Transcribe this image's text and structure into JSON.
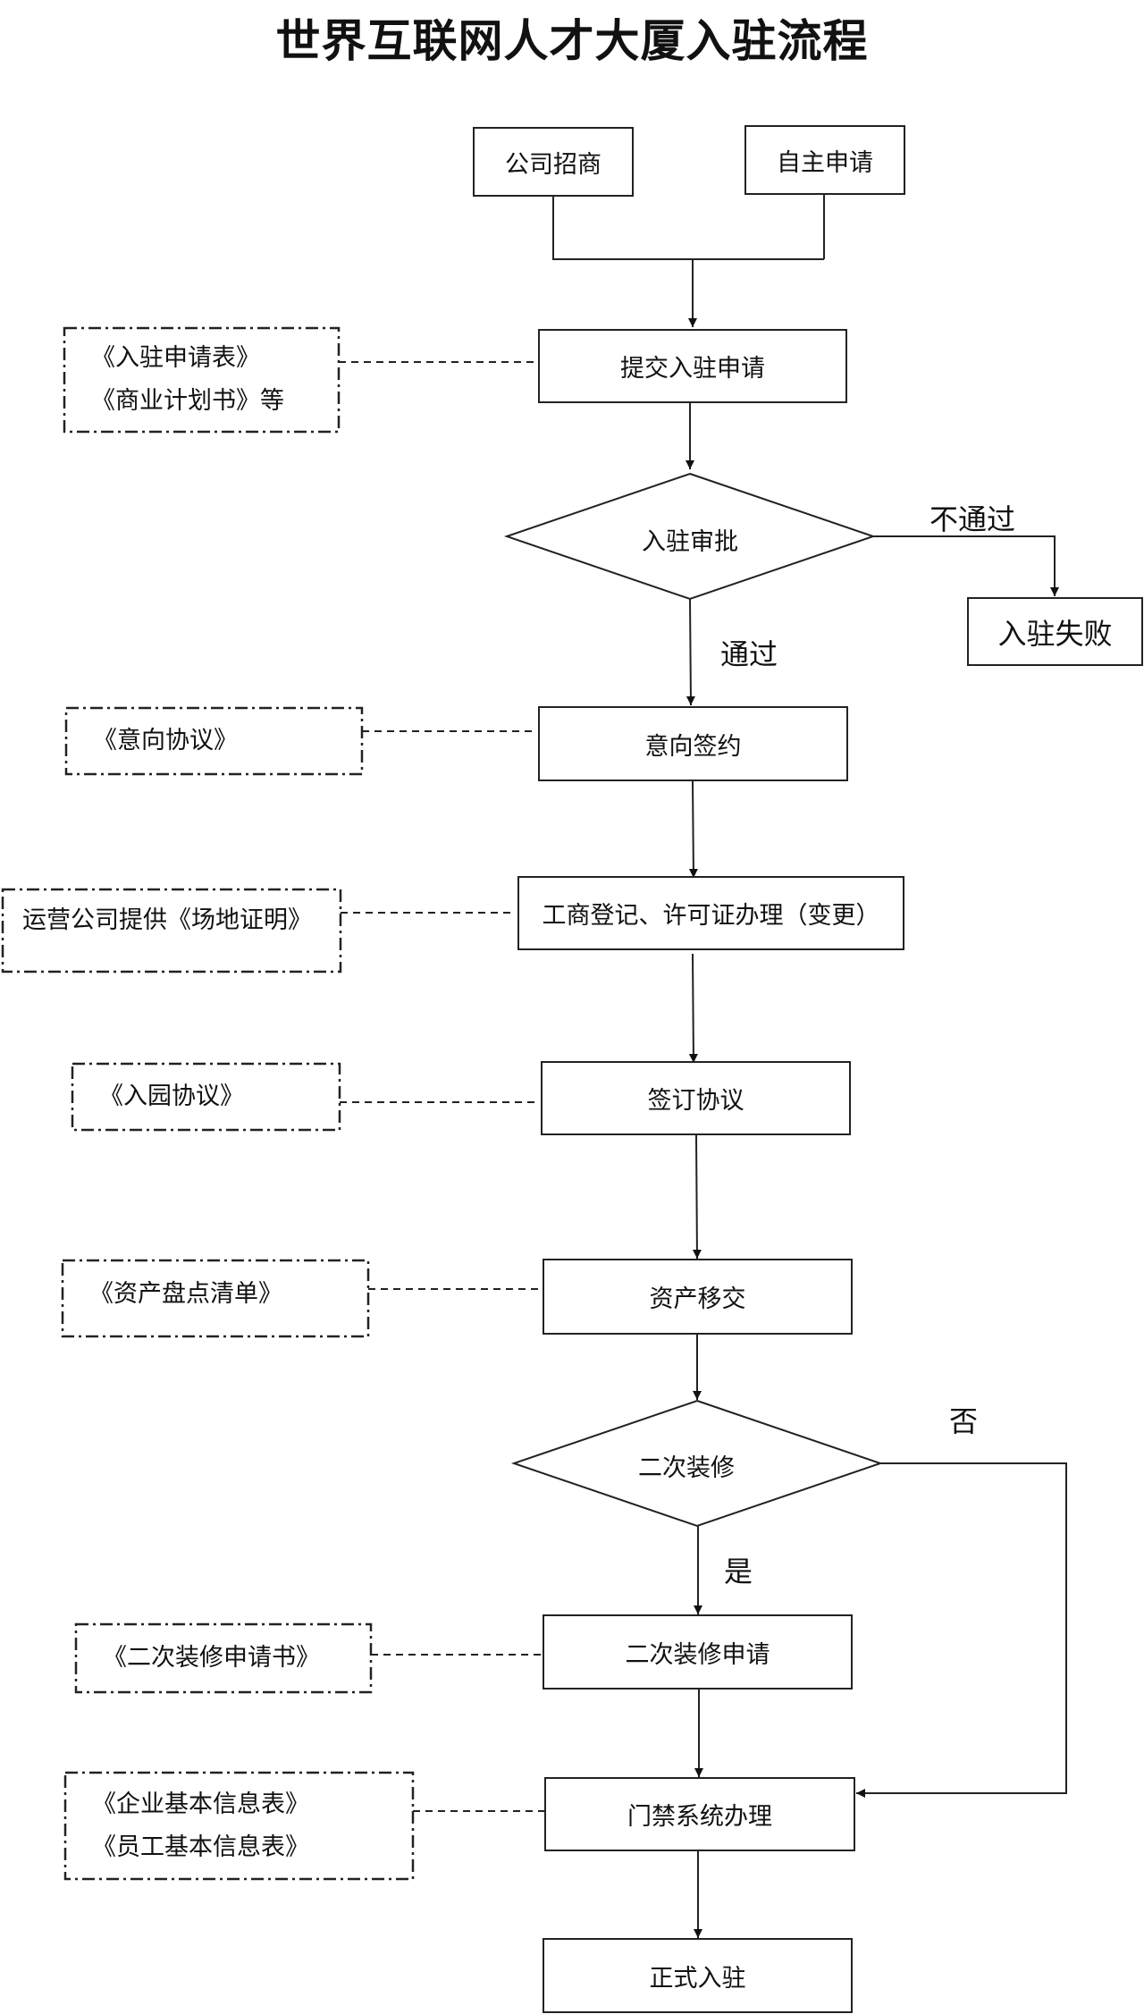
{
  "title": "世界互联网人才大厦入驻流程",
  "nodes": {
    "company_invest": "公司招商",
    "self_apply": "自主申请",
    "submit_application": "提交入驻申请",
    "approval": "入驻审批",
    "failed": "入驻失败",
    "intent_sign": "意向签约",
    "registration": "工商登记、许可证办理（变更）",
    "sign_agreement": "签订协议",
    "asset_transfer": "资产移交",
    "renovation_decision": "二次装修",
    "renovation_apply": "二次装修申请",
    "access_control": "门禁系统办理",
    "formal_settle": "正式入驻"
  },
  "docs": {
    "submit": [
      "《入驻申请表》",
      "《商业计划书》等"
    ],
    "intent": [
      "《意向协议》"
    ],
    "registration": [
      "运营公司提供《场地证明》"
    ],
    "agreement": [
      "《入园协议》"
    ],
    "asset": [
      "《资产盘点清单》"
    ],
    "renovation": [
      "《二次装修申请书》"
    ],
    "access": [
      "《企业基本信息表》",
      "《员工基本信息表》"
    ]
  },
  "edge_labels": {
    "not_pass": "不通过",
    "pass": "通过",
    "no": "否",
    "yes": "是"
  }
}
